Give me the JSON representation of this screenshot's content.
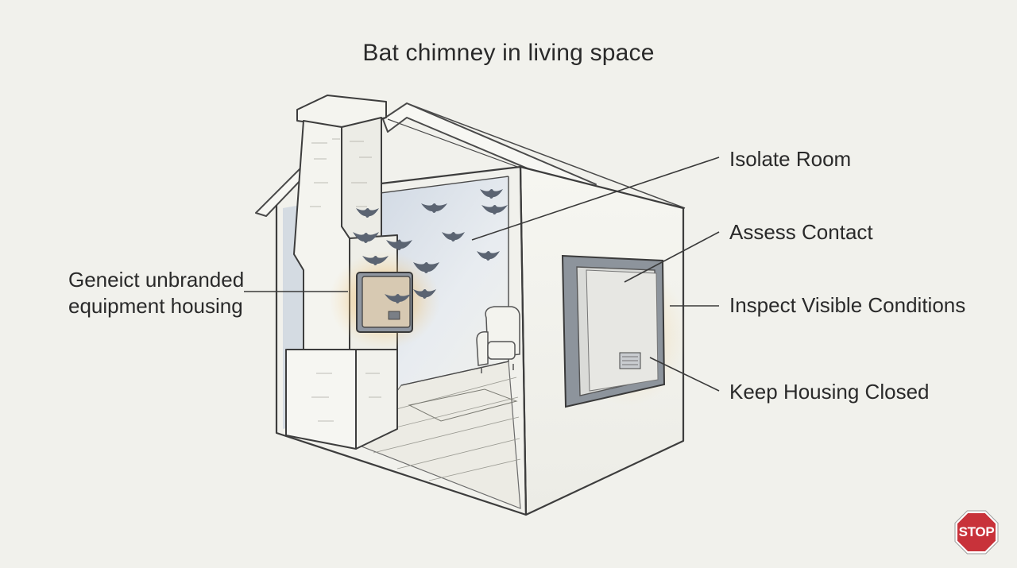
{
  "title": "Bat chimney in living space",
  "labels": {
    "housing_line1": "Geneict unbranded",
    "housing_line2": "equipment housing",
    "isolate": "Isolate Room",
    "assess": "Assess Contact",
    "inspect": "Inspect Visible Conditions",
    "keep": "Keep Housing Closed"
  },
  "stop_button": {
    "label": "STOP",
    "color": "#c8323a",
    "icon": "stop-sign-icon"
  },
  "colors": {
    "background": "#f1f1ec",
    "housing_glow": "#e9a23b",
    "bat": "#5b6472",
    "wall_shadow": "#bcc9d8"
  }
}
